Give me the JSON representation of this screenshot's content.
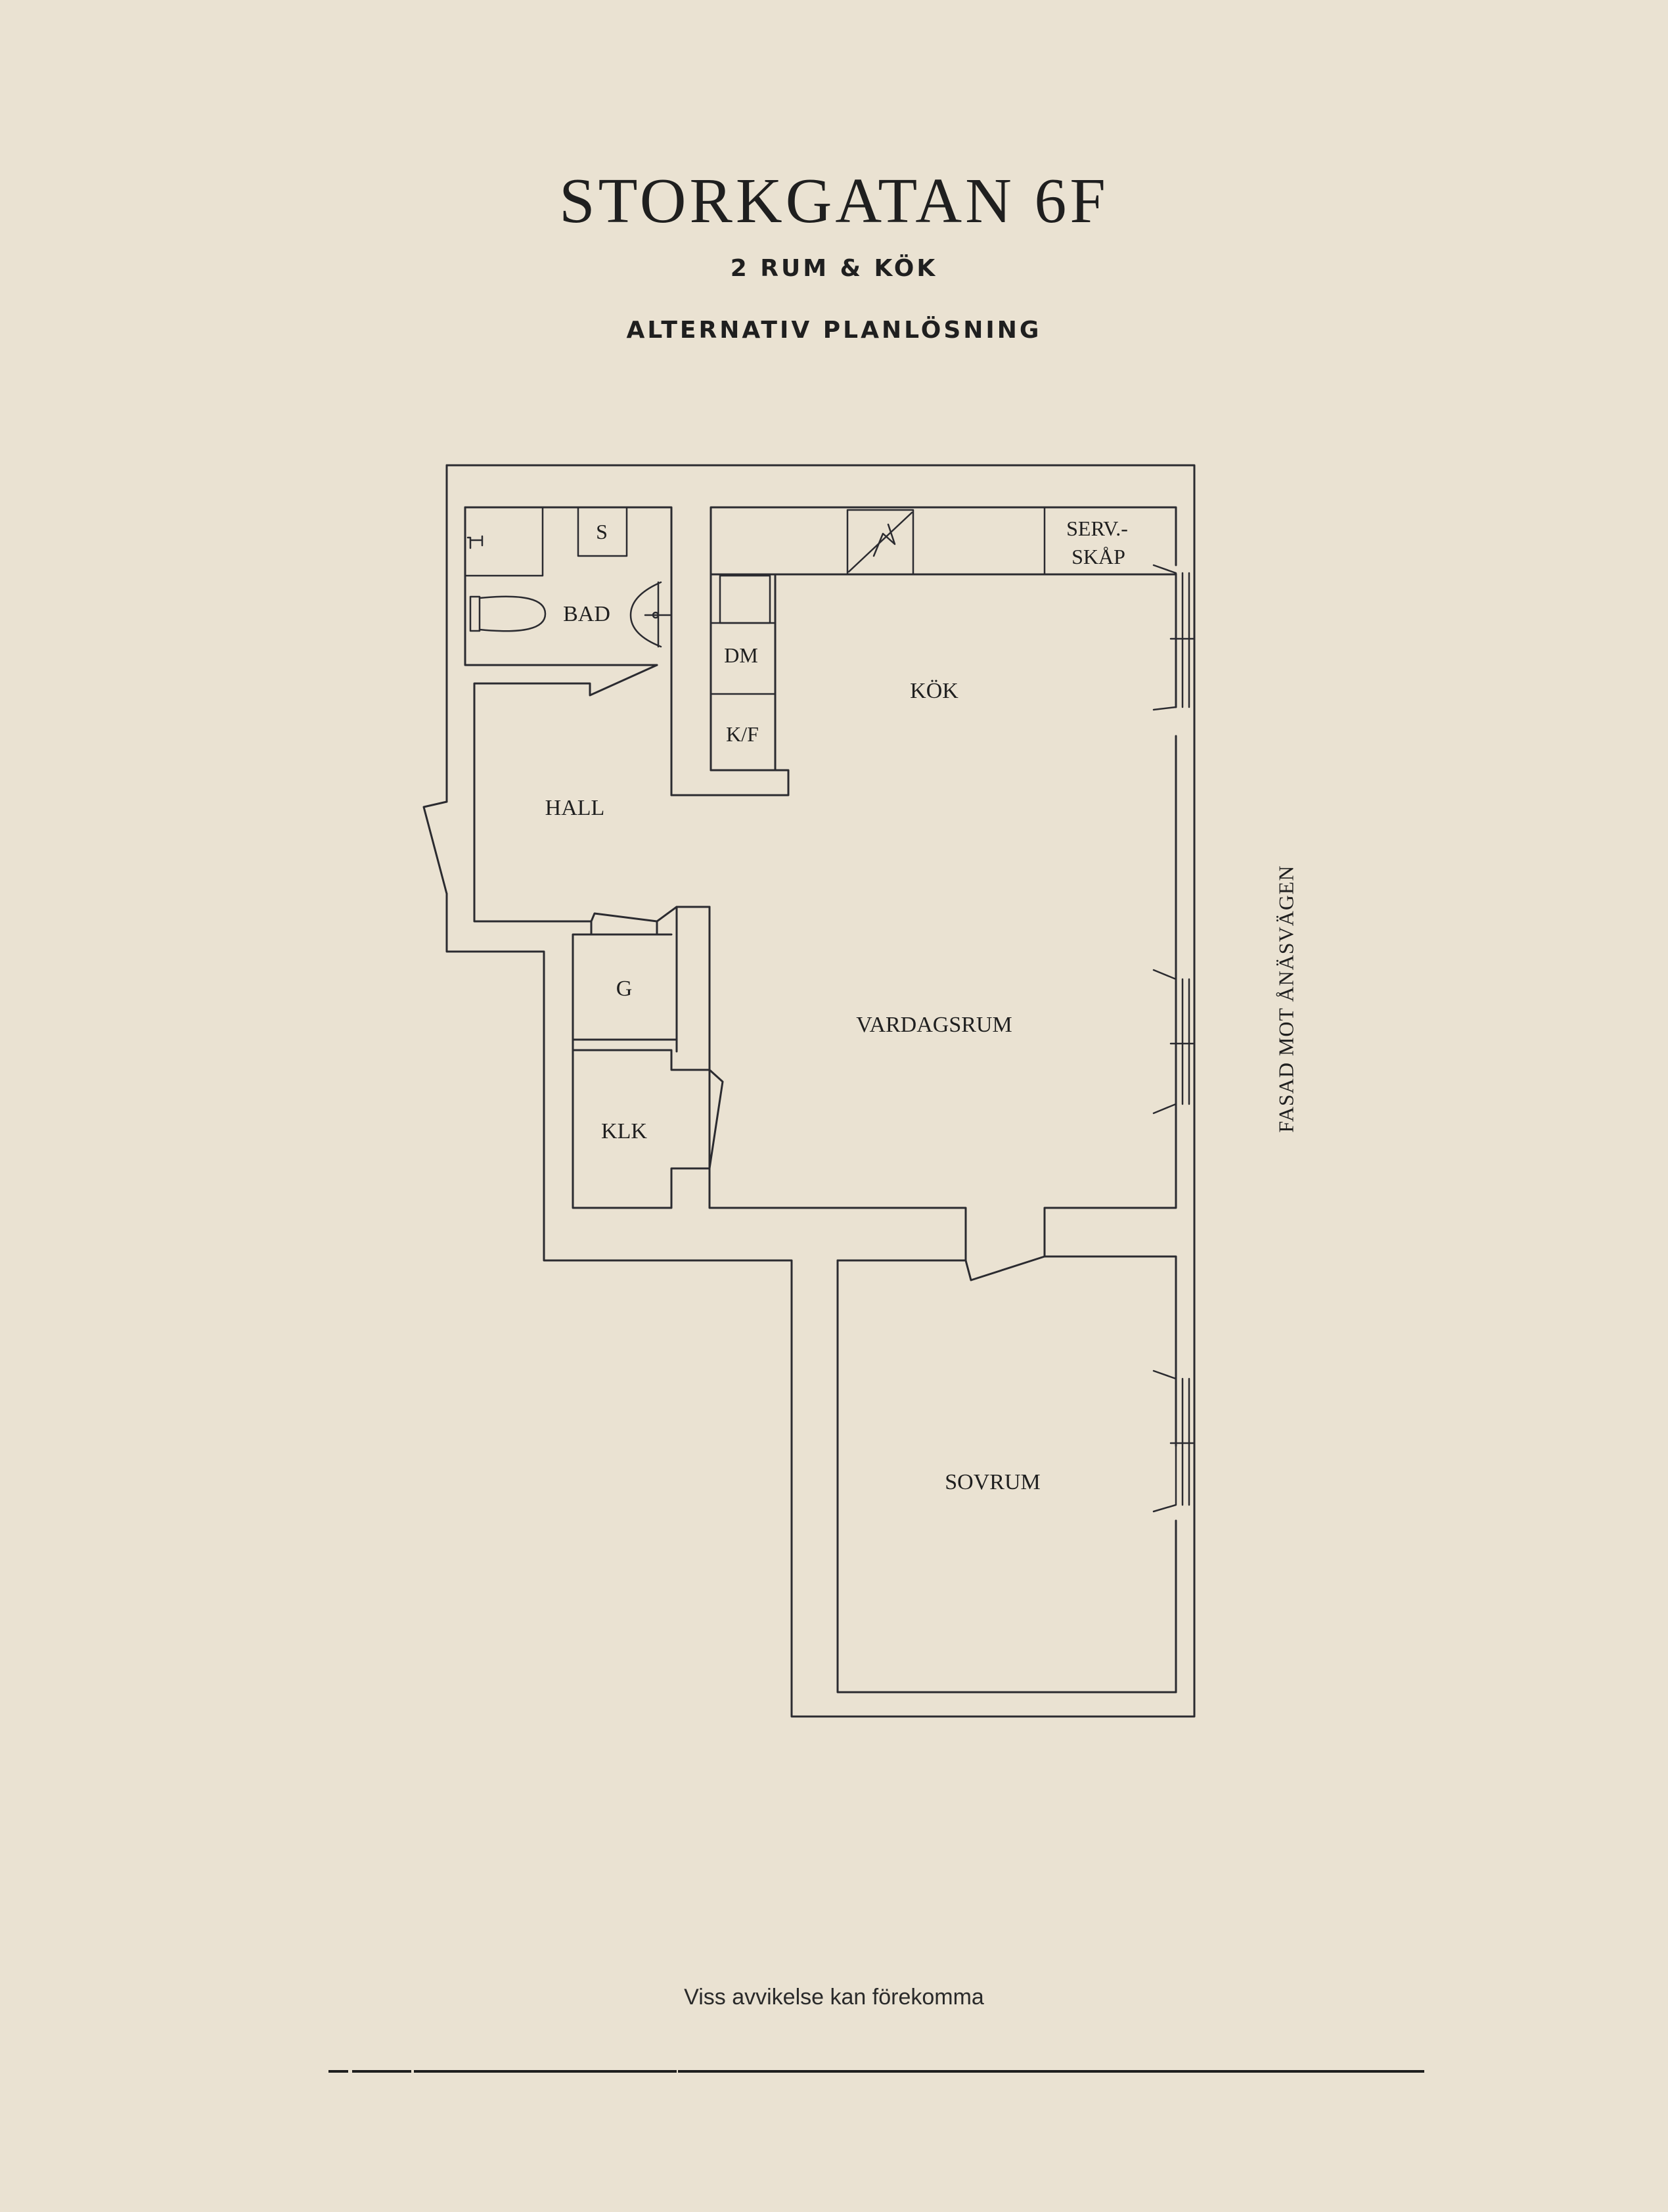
{
  "header": {
    "title": "STORKGATAN 6F",
    "subtitle": "2 RUM & KÖK",
    "plan_type": "ALTERNATIV PLANLÖSNING"
  },
  "plan": {
    "rooms": {
      "bad": "BAD",
      "kok": "KÖK",
      "hall": "HALL",
      "vardagsrum": "VARDAGSRUM",
      "sovrum": "SOVRUM",
      "garderob": "G",
      "klk": "KLK"
    },
    "fixtures": {
      "storage": "S",
      "dishwasher": "DM",
      "fridge_freezer": "K/F",
      "service_cabinet_line1": "SERV.-",
      "service_cabinet_line2": "SKÅP"
    },
    "facade": "FASAD MOT ÅNÄSVÄGEN"
  },
  "footer": {
    "disclaimer": "Viss avvikelse kan förekomma"
  }
}
